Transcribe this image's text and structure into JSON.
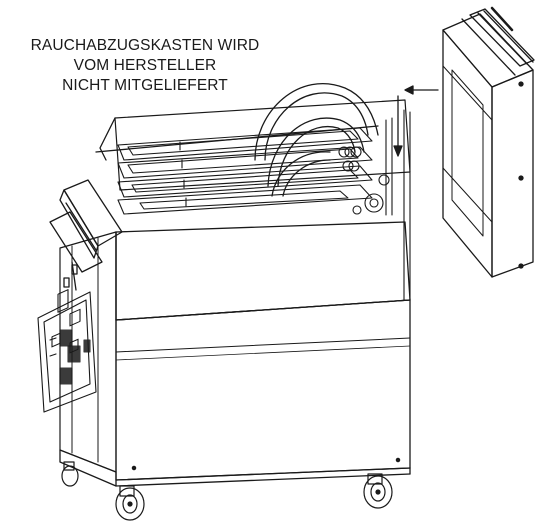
{
  "caption": {
    "lines": [
      "RAUCHABZUGSKASTEN WIRD",
      "VOM HERSTELLER",
      "NICHT MITGELIEFERT"
    ]
  },
  "parts": {
    "hood": "smoke-extraction-box",
    "fryer": "fryer-cabinet-on-casters"
  },
  "colors": {
    "line": "#1a1a1a",
    "background": "#ffffff"
  }
}
